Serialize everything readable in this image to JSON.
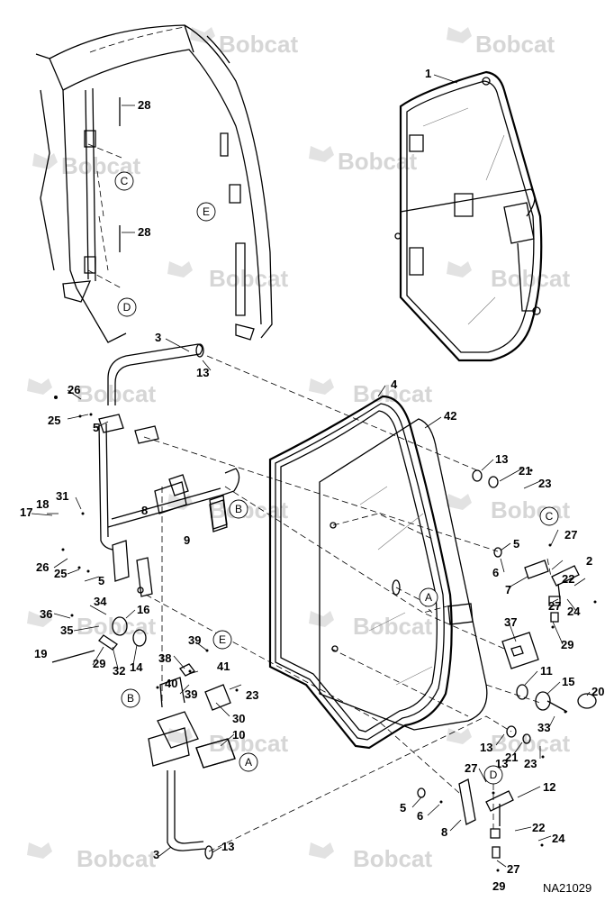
{
  "watermark": "Bobcat",
  "reference_code": "NA21029",
  "callouts": [
    "1",
    "2",
    "3",
    "3",
    "4",
    "5",
    "5",
    "5",
    "5",
    "6",
    "6",
    "7",
    "8",
    "8",
    "9",
    "10",
    "11",
    "12",
    "13",
    "13",
    "13",
    "13",
    "13",
    "14",
    "15",
    "16",
    "17",
    "18",
    "19",
    "20",
    "21",
    "21",
    "22",
    "22",
    "23",
    "23",
    "23",
    "24",
    "24",
    "25",
    "25",
    "26",
    "26",
    "27",
    "27",
    "27",
    "27",
    "28",
    "28",
    "29",
    "29",
    "29",
    "30",
    "31",
    "32",
    "33",
    "34",
    "35",
    "36",
    "37",
    "38",
    "39",
    "39",
    "40",
    "41",
    "42"
  ],
  "section_refs": [
    "A",
    "A",
    "B",
    "B",
    "C",
    "C",
    "D",
    "D",
    "E",
    "E"
  ]
}
